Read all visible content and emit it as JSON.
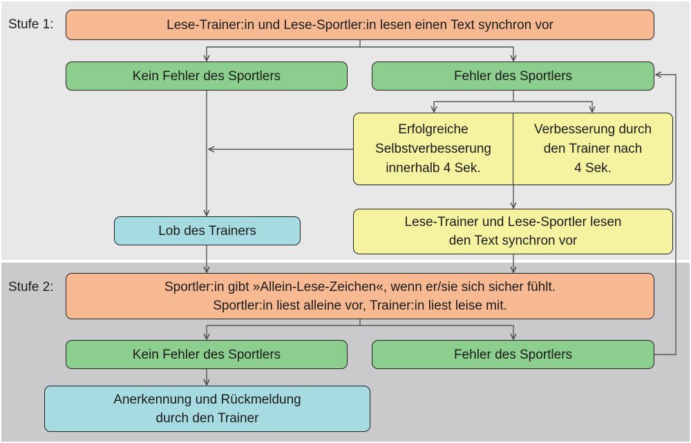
{
  "stage1": {
    "label": "Stufe 1:",
    "start": "Lese-Trainer:in und Lese-Sportler:in lesen einen Text synchron vor",
    "no_error": "Kein Fehler des Sportlers",
    "error": "Fehler des Sportlers",
    "self_correction": "Erfolgreiche\nSelbstverbesserung\ninnerhalb 4 Sek.",
    "trainer_correction": "Verbesserung durch\nden Trainer nach\n4 Sek.",
    "read_again": "Lese-Trainer und Lese-Sportler lesen\nden Text synchron vor",
    "praise": "Lob des Trainers"
  },
  "stage2": {
    "label": "Stufe 2:",
    "start": "Sportler:in gibt »Allein-Lese-Zeichen«, wenn er/sie sich sicher fühlt.\nSportler:in liest alleine vor, Trainer:in liest leise mit.",
    "no_error": "Kein Fehler des Sportlers",
    "error": "Fehler des Sportlers",
    "feedback": "Anerkennung und Rückmeldung\ndurch den Trainer"
  },
  "colors": {
    "orange": "#f6b991",
    "green": "#8cce8e",
    "yellow": "#f6f3a0",
    "cyan": "#a6dbe1",
    "band_light": "#e8e8e9",
    "band_dark": "#cacacc"
  }
}
